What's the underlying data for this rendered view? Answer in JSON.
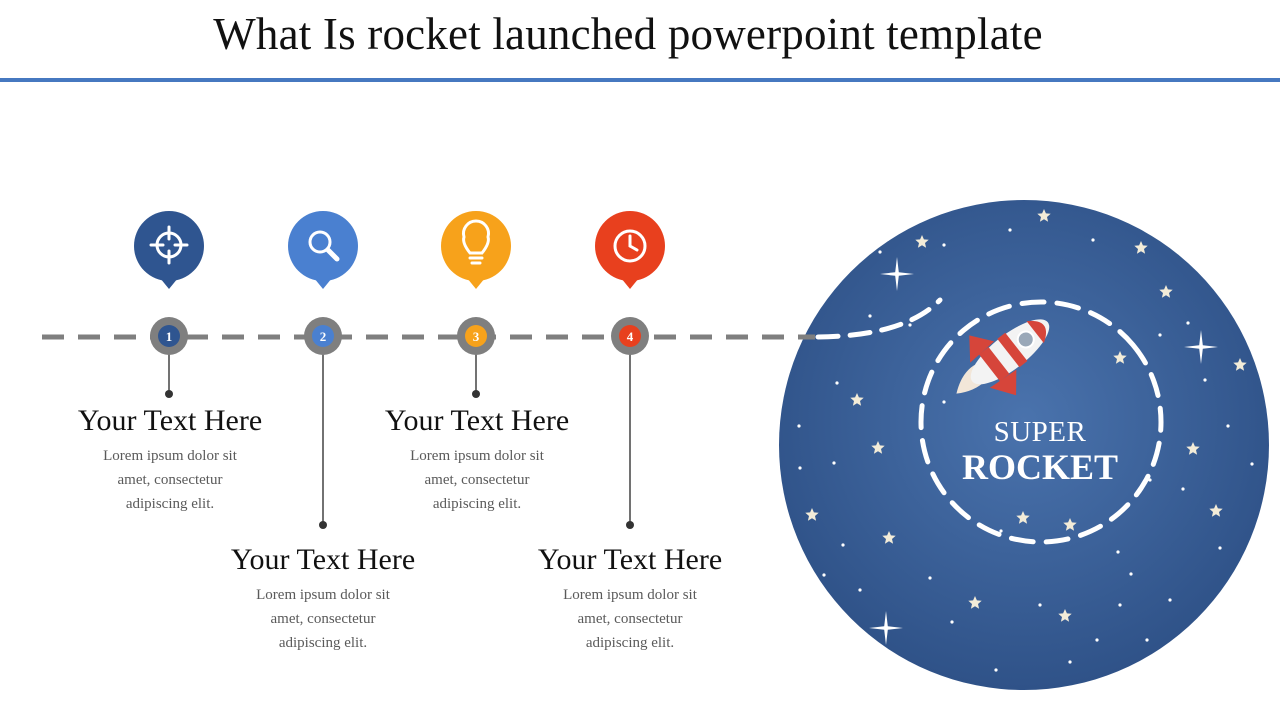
{
  "title": "What Is rocket launched powerpoint template",
  "colors": {
    "accent_rule": "#4678c0",
    "step1": "#2f5590",
    "step2": "#4a80d0",
    "step3": "#f7a21b",
    "step4": "#e8401e",
    "circle": "#3a5d93",
    "connector": "#7f7f7f"
  },
  "steps": [
    {
      "number": "1",
      "icon": "crosshair-icon",
      "heading": "Your Text Here",
      "body": [
        "Lorem ipsum dolor sit",
        "amet, consectetur",
        "adipiscing elit."
      ]
    },
    {
      "number": "2",
      "icon": "search-icon",
      "heading": "Your Text Here",
      "body": [
        "Lorem ipsum dolor sit",
        "amet, consectetur",
        "adipiscing elit."
      ]
    },
    {
      "number": "3",
      "icon": "lightbulb-icon",
      "heading": "Your Text Here",
      "body": [
        "Lorem ipsum dolor sit",
        "amet, consectetur",
        "adipiscing elit."
      ]
    },
    {
      "number": "4",
      "icon": "clock-icon",
      "heading": "Your Text Here",
      "body": [
        "Lorem ipsum dolor sit",
        "amet, consectetur",
        "adipiscing elit."
      ]
    }
  ],
  "logo": {
    "line1": "SUPER",
    "line2": "ROCKET",
    "icon": "rocket-icon"
  }
}
